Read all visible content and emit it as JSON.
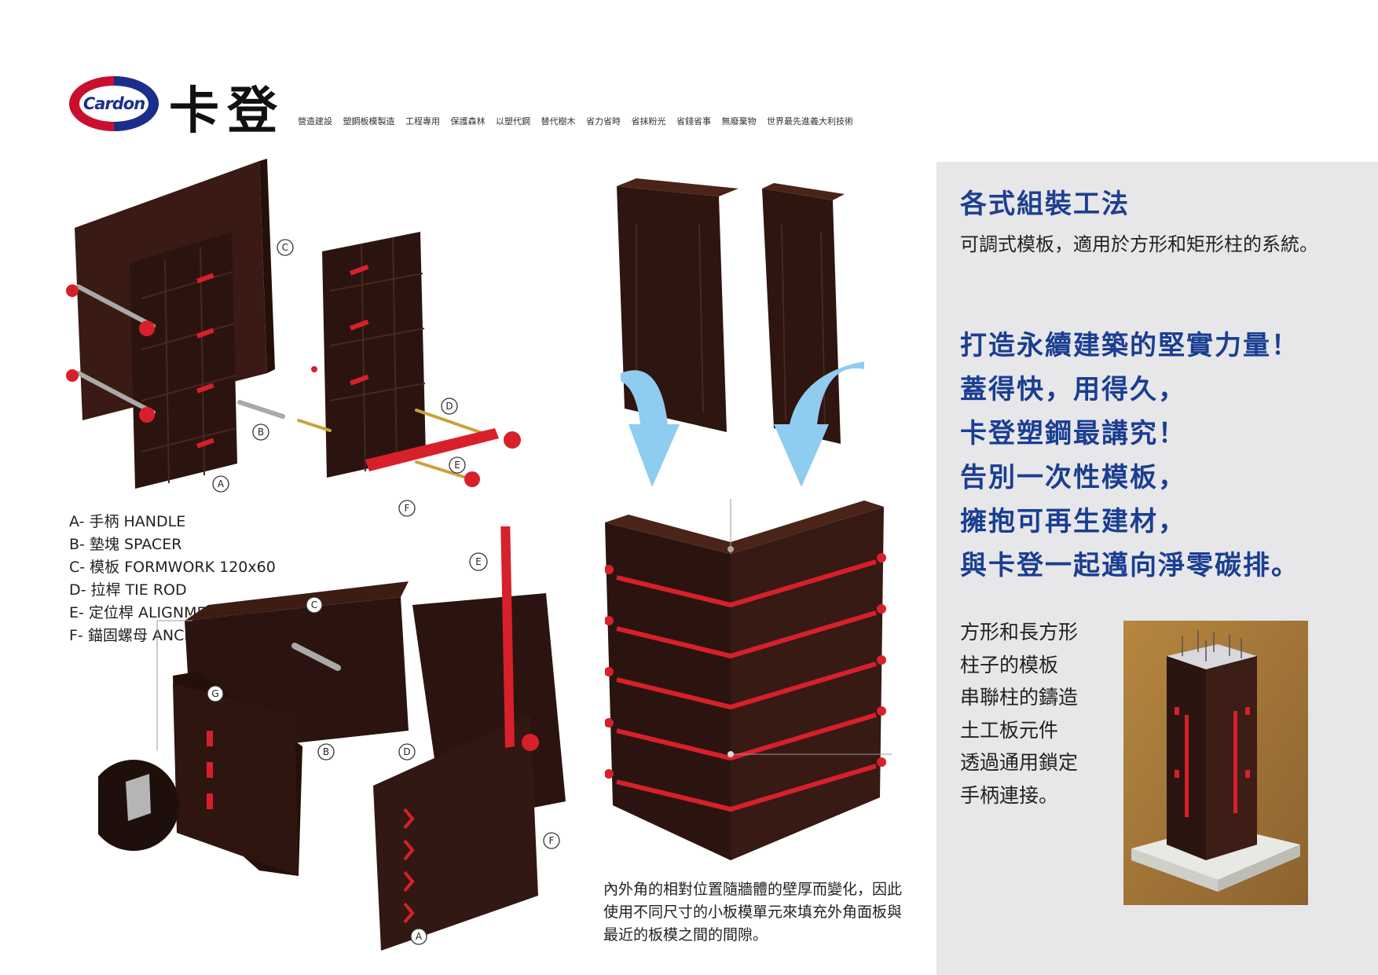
{
  "header": {
    "logo_text": "Cardon",
    "brand_cn": "卡登",
    "tagline": [
      "營造建設",
      "塑鋼板模製造",
      "工程專用",
      "保護森林",
      "以塑代鋼",
      "替代樹木",
      "省力省時",
      "省抹粉光",
      "省錢省事",
      "無廢棄物",
      "世界最先進義大利技術"
    ]
  },
  "legend": [
    "A- 手柄 HANDLE",
    "B- 墊塊 SPACER",
    "C- 模板 FORMWORK 120x60",
    "D- 拉桿 TIE ROD",
    "E- 定位桿 ALIGNMENT BAR",
    "F- 錨固螺母 ANCHOR NUT"
  ],
  "markers": {
    "A": "A",
    "B": "B",
    "C": "C",
    "D": "D",
    "E": "E",
    "F": "F",
    "G": "G"
  },
  "caption": "內外角的相對位置隨牆體的壁厚而變化，因此使用不同尺寸的小板模單元來填充外角面板與最近的板模之間的間隙。",
  "panel": {
    "title": "各式組裝工法",
    "description": "可調式模板，適用於方形和矩形柱的系統。",
    "slogan": [
      "打造永續建築的堅實力量！",
      "蓋得快，用得久，",
      "卡登塑鋼最講究！",
      "告別一次性模板，",
      "擁抱可再生建材，",
      "與卡登一起邁向淨零碳排。"
    ],
    "side_text": [
      "方形和長方形",
      "柱子的模板",
      "串聯柱的鑄造",
      "土工板元件",
      "透過通用鎖定",
      "手柄連接。"
    ]
  },
  "colors": {
    "formwork": "#3a1a14",
    "accent_red": "#d8202a",
    "title_blue": "#1e3f8f",
    "arrow_blue": "#8fcdf0",
    "panel_bg": "#e7e7e9"
  }
}
